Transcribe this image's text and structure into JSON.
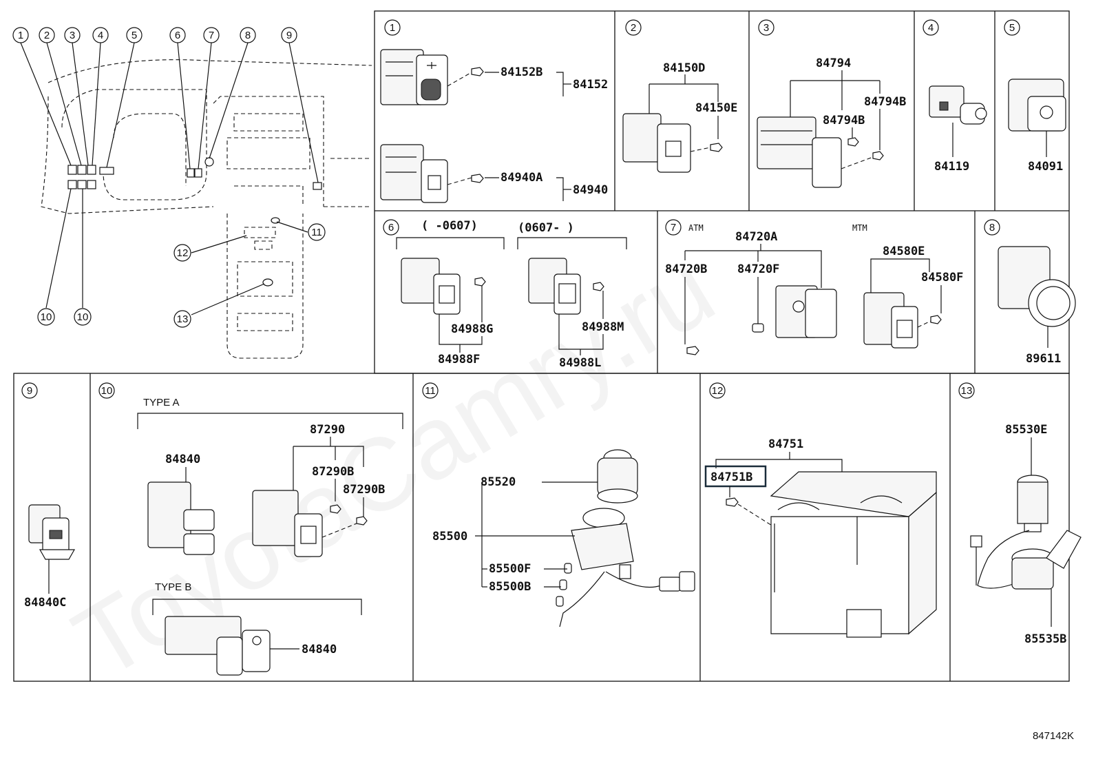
{
  "watermark": "ToyotaCamry.ru",
  "diagram_code": "847142K",
  "overview": {
    "callouts": [
      "1",
      "2",
      "3",
      "4",
      "5",
      "6",
      "7",
      "8",
      "9",
      "10",
      "10",
      "11",
      "12",
      "13"
    ]
  },
  "panels": {
    "p1": {
      "num": "1",
      "parts": [
        "84152B",
        "84152",
        "84940A",
        "84940"
      ]
    },
    "p2": {
      "num": "2",
      "parts": [
        "84150D",
        "84150E"
      ]
    },
    "p3": {
      "num": "3",
      "parts": [
        "84794",
        "84794B",
        "84794B"
      ]
    },
    "p4": {
      "num": "4",
      "parts": [
        "84119"
      ]
    },
    "p5": {
      "num": "5",
      "parts": [
        "84091"
      ]
    },
    "p6": {
      "num": "6",
      "range1": "(     -0607)",
      "range2": "(0607-     )",
      "parts": [
        "84988G",
        "84988F",
        "84988M",
        "84988L"
      ]
    },
    "p7": {
      "num": "7",
      "atm": "ATM",
      "mtm": "MTM",
      "parts": [
        "84720A",
        "84720B",
        "84720F",
        "84580E",
        "84580F"
      ]
    },
    "p8": {
      "num": "8",
      "parts": [
        "89611"
      ]
    },
    "p9": {
      "num": "9",
      "parts": [
        "84840C"
      ]
    },
    "p10": {
      "num": "10",
      "type_a": "TYPE A",
      "type_b": "TYPE B",
      "parts": [
        "84840",
        "87290",
        "87290B",
        "87290B",
        "84840"
      ]
    },
    "p11": {
      "num": "11",
      "parts": [
        "85520",
        "85500",
        "85500F",
        "85500B"
      ]
    },
    "p12": {
      "num": "12",
      "parts": [
        "84751",
        "84751B"
      ],
      "highlighted": "84751B"
    },
    "p13": {
      "num": "13",
      "parts": [
        "85530E",
        "85535B"
      ]
    }
  },
  "colors": {
    "line": "#111111",
    "highlight_box": "#1a2c3a",
    "background": "#ffffff"
  }
}
